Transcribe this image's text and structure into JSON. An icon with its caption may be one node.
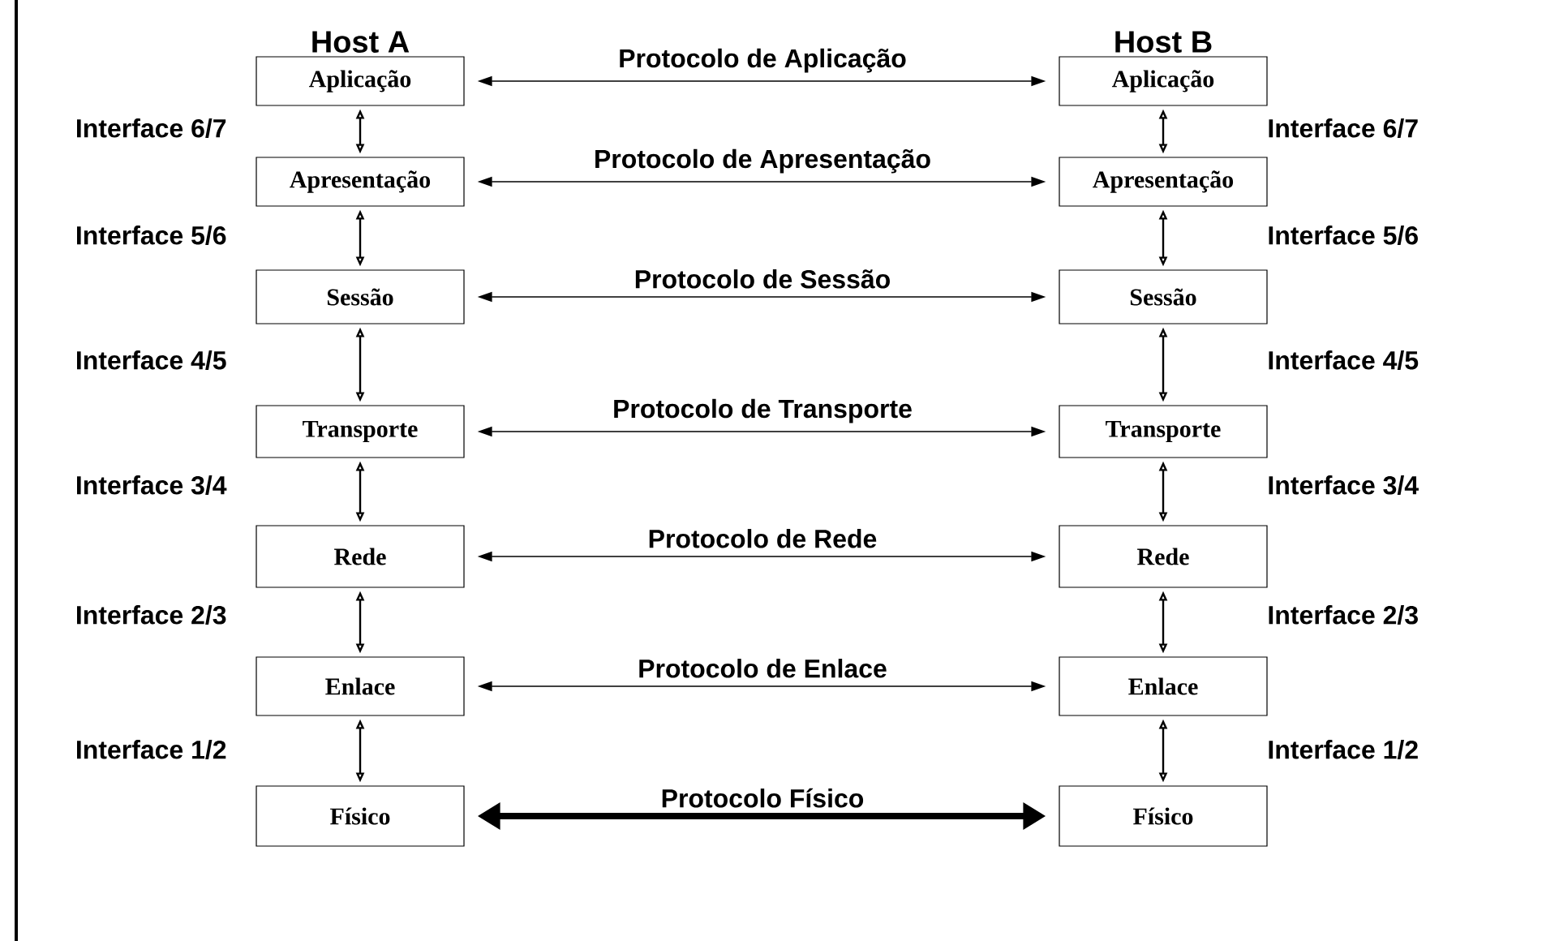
{
  "diagram": {
    "nodes": [
      {
        "text": [
          "Aplicação"
        ],
        "beside": [
          "Host A"
        ]
      },
      {
        "text": [
          "Apresentação"
        ]
      },
      {
        "text": [
          "Sessão"
        ]
      },
      {
        "text": [
          "Transporte"
        ]
      },
      {
        "text": [
          "Rede"
        ]
      },
      {
        "text": [
          "Enlace"
        ]
      },
      {
        "text": [
          "Físico"
        ]
      },
      {
        "text": [
          "Aplicação"
        ],
        "beside": [
          "Host B"
        ]
      },
      {
        "text": [
          "Apresentação"
        ]
      },
      {
        "text": [
          "Sessão"
        ]
      },
      {
        "text": [
          "Transporte"
        ]
      },
      {
        "text": [
          "Rede"
        ]
      },
      {
        "text": [
          "Enlace"
        ]
      },
      {
        "text": [
          "Físico"
        ]
      }
    ],
    "edges": [
      {
        "from": 0,
        "to": 7,
        "arrow": "both",
        "label": "Protocolo de Aplicação"
      },
      {
        "from": 0,
        "to": 1,
        "arrow": "both"
      },
      {
        "from": 7,
        "to": 8,
        "arrow": "both"
      },
      {
        "from": 1,
        "to": 8,
        "arrow": "both",
        "label": "Protocolo de Apresentação"
      },
      {
        "from": 1,
        "to": 2,
        "arrow": "both"
      },
      {
        "from": 8,
        "to": 9,
        "arrow": "both"
      },
      {
        "from": 2,
        "to": 9,
        "arrow": "both",
        "label": "Protocolo de Sessão"
      },
      {
        "from": 2,
        "to": 3,
        "arrow": "both"
      },
      {
        "from": 9,
        "to": 10,
        "arrow": "both"
      },
      {
        "from": 3,
        "to": 10,
        "arrow": "both",
        "label": "Protocolo de Transporte"
      },
      {
        "from": 3,
        "to": 4,
        "arrow": "both"
      },
      {
        "from": 10,
        "to": 11,
        "arrow": "both"
      },
      {
        "from": 4,
        "to": 11,
        "arrow": "both",
        "label": "Protocolo de Rede"
      },
      {
        "from": 4,
        "to": 5,
        "arrow": "both"
      },
      {
        "from": 11,
        "to": 12,
        "arrow": "both"
      },
      {
        "from": 5,
        "to": 12,
        "arrow": "both",
        "label": "Protocolo de Enlace"
      },
      {
        "from": 5,
        "to": 6,
        "arrow": "both"
      },
      {
        "from": 12,
        "to": 13,
        "arrow": "both"
      },
      {
        "from": 6,
        "to": 13,
        "arrow": "both",
        "label": "Protocolo Físico",
        "style": "thick"
      }
    ],
    "labels": [
      "Interface 6/7",
      "Interface 6/7",
      "Interface 5/6",
      "Interface 5/6",
      "Interface 4/5",
      "Interface 4/5",
      "Interface 3/4",
      "Interface 3/4",
      "Interface 2/3",
      "Interface 2/3",
      "Interface 1/2",
      "Interface 1/2"
    ]
  }
}
